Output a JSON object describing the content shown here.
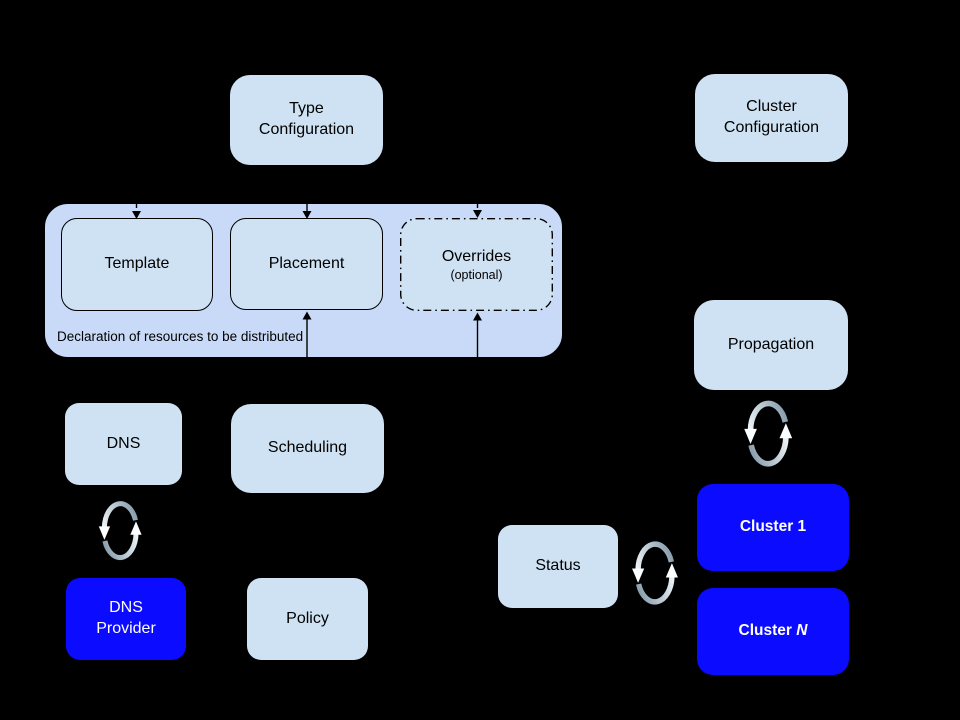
{
  "diagram": {
    "colors": {
      "background": "#000000",
      "box_fill": "#cfe2f3",
      "container_fill": "#c9daf8",
      "cluster_fill": "#0b0bff",
      "text_dark": "#000000",
      "text_light": "#ffffff",
      "sync_arc": "#8ca1af",
      "sync_arrowhead": "#fdfeff"
    },
    "nodes": {
      "type_configuration": {
        "label": "Type\nConfiguration"
      },
      "cluster_configuration": {
        "label": "Cluster\nConfiguration"
      },
      "template": {
        "label": "Template"
      },
      "placement": {
        "label": "Placement"
      },
      "overrides": {
        "label": "Overrides",
        "sublabel": "(optional)"
      },
      "container": {
        "caption": "Declaration of resources to be distributed"
      },
      "dns": {
        "label": "DNS"
      },
      "scheduling": {
        "label": "Scheduling"
      },
      "dns_provider": {
        "label": "DNS\nProvider"
      },
      "policy": {
        "label": "Policy"
      },
      "propagation": {
        "label": "Propagation"
      },
      "status": {
        "label": "Status"
      },
      "cluster_1": {
        "label": "Cluster 1"
      },
      "cluster_n": {
        "label_prefix": "Cluster ",
        "label_n": "N"
      }
    }
  }
}
